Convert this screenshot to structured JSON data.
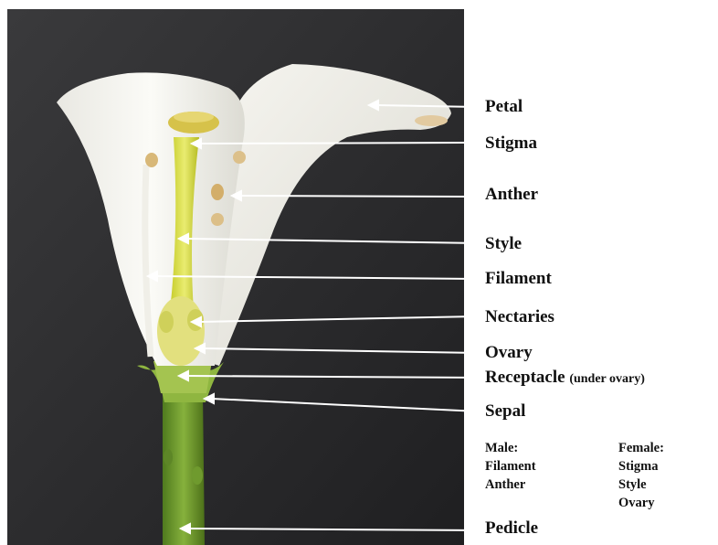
{
  "labels": {
    "petal": "Petal",
    "stigma": "Stigma",
    "anther": "Anther",
    "style": "Style",
    "filament": "Filament",
    "nectaries": "Nectaries",
    "ovary": "Ovary",
    "receptacle": "Receptacle",
    "receptacle_note": "(under ovary)",
    "sepal": "Sepal",
    "pedicle": "Pedicle"
  },
  "legend": {
    "male": {
      "heading": "Male:",
      "items": [
        "Filament",
        "Anther"
      ]
    },
    "female": {
      "heading": "Female:",
      "items": [
        "Stigma",
        "Style",
        "Ovary"
      ]
    }
  },
  "colors": {
    "background": "#2e2e30",
    "petal": "#f4f3ee",
    "style_yellow": "#d9dc3c",
    "stem_green": "#6f9a2e",
    "anther_tan": "#d8b878",
    "arrow": "#ffffff"
  }
}
